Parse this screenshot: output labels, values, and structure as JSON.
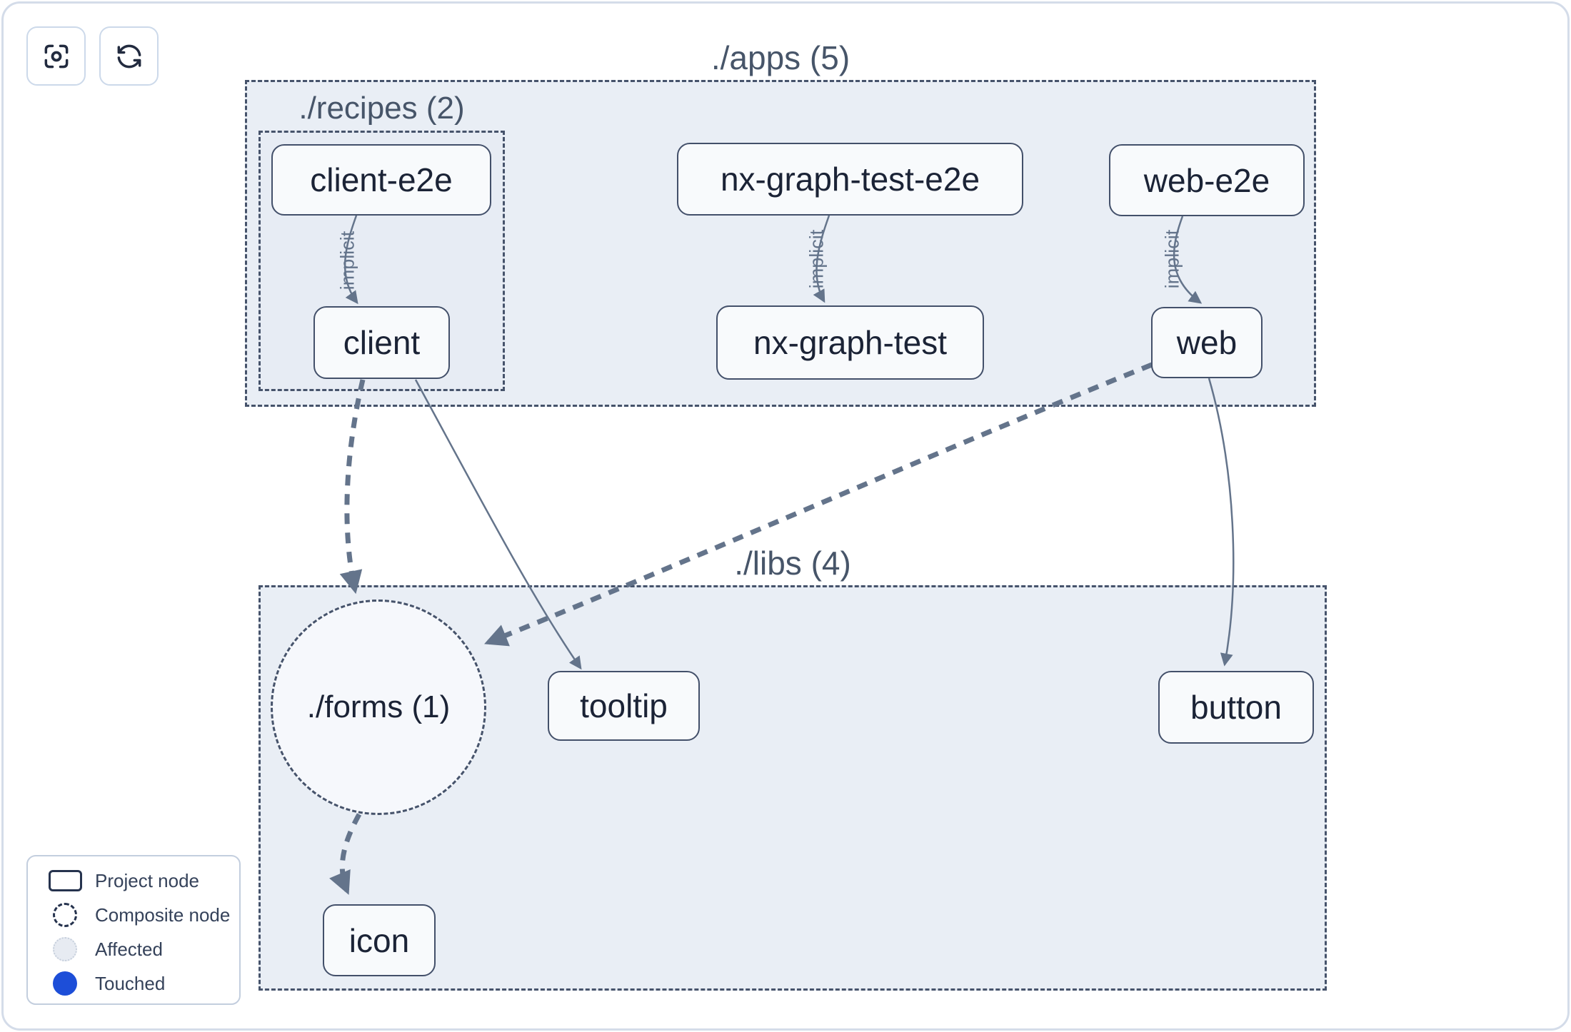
{
  "toolbar": {
    "buttons": [
      {
        "name": "center-graph",
        "icon": "focus-target-icon"
      },
      {
        "name": "refresh-graph",
        "icon": "refresh-icon"
      }
    ]
  },
  "graph": {
    "containers": [
      {
        "id": "apps",
        "label": "./apps (5)"
      },
      {
        "id": "recipes",
        "label": "./recipes (2)"
      },
      {
        "id": "libs",
        "label": "./libs (4)"
      }
    ],
    "composite": {
      "id": "forms",
      "label": "./forms (1)"
    },
    "nodes": [
      {
        "id": "client-e2e",
        "label": "client-e2e"
      },
      {
        "id": "client",
        "label": "client"
      },
      {
        "id": "nx-graph-test-e2e",
        "label": "nx-graph-test-e2e"
      },
      {
        "id": "nx-graph-test",
        "label": "nx-graph-test"
      },
      {
        "id": "web-e2e",
        "label": "web-e2e"
      },
      {
        "id": "web",
        "label": "web"
      },
      {
        "id": "tooltip",
        "label": "tooltip"
      },
      {
        "id": "button",
        "label": "button"
      },
      {
        "id": "icon",
        "label": "icon"
      }
    ],
    "edges": [
      {
        "from": "client-e2e",
        "to": "client",
        "type": "implicit",
        "label": "implicit"
      },
      {
        "from": "nx-graph-test-e2e",
        "to": "nx-graph-test",
        "type": "implicit",
        "label": "implicit"
      },
      {
        "from": "web-e2e",
        "to": "web",
        "type": "implicit",
        "label": "implicit"
      },
      {
        "from": "client",
        "to": "./forms",
        "type": "composite",
        "label": ""
      },
      {
        "from": "client",
        "to": "tooltip",
        "type": "static",
        "label": ""
      },
      {
        "from": "web",
        "to": "./forms",
        "type": "composite",
        "label": ""
      },
      {
        "from": "web",
        "to": "button",
        "type": "static",
        "label": ""
      },
      {
        "from": "./forms",
        "to": "icon",
        "type": "composite",
        "label": ""
      }
    ]
  },
  "legend": {
    "items": [
      {
        "swatch": "project-node-swatch",
        "label": "Project node"
      },
      {
        "swatch": "composite-node-swatch",
        "label": "Composite node"
      },
      {
        "swatch": "affected-swatch",
        "label": "Affected"
      },
      {
        "swatch": "touched-swatch",
        "label": "Touched"
      }
    ]
  },
  "colors": {
    "touched_blue": "#1d4ed8",
    "container_fill": "#e9eef5",
    "node_fill": "#f8fafc",
    "node_border": "#43506a",
    "edge": "#64748b",
    "title_text": "#475569"
  }
}
